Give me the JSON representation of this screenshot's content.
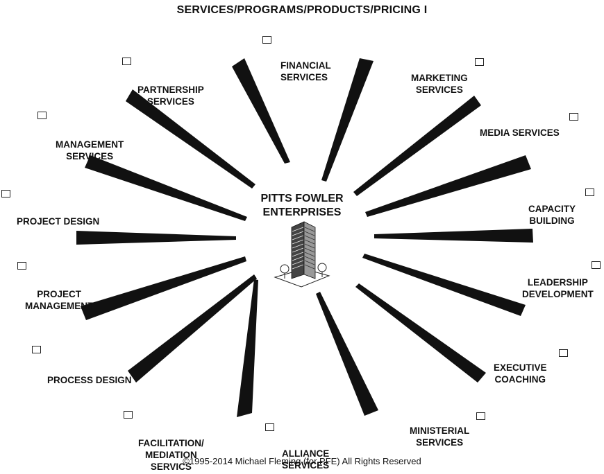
{
  "header": {
    "title": "SERVICES/PROGRAMS/PRODUCTS/PRICING I"
  },
  "center": {
    "title": "PITTS FOWLER\nENTERPRISES",
    "icon": "office-building-icon"
  },
  "services": [
    {
      "id": "financial",
      "label": "FINANCIAL\nSERVICES",
      "checked": false
    },
    {
      "id": "marketing",
      "label": "MARKETING\nSERVICES",
      "checked": false
    },
    {
      "id": "media",
      "label": "MEDIA  SERVICES",
      "checked": false
    },
    {
      "id": "capacity",
      "label": "CAPACITY\nBUILDING",
      "checked": false
    },
    {
      "id": "leadership",
      "label": "LEADERSHIP\nDEVELOPMENT",
      "checked": false
    },
    {
      "id": "executive",
      "label": "EXECUTIVE\nCOACHING",
      "checked": false
    },
    {
      "id": "ministerial",
      "label": "MINISTERIAL\nSERVICES",
      "checked": false
    },
    {
      "id": "alliance",
      "label": "ALLIANCE\nSERVICES",
      "checked": false
    },
    {
      "id": "facilitation",
      "label": "FACILITATION/\nMEDIATION\nSERVICS",
      "checked": false
    },
    {
      "id": "process",
      "label": "PROCESS DESIGN",
      "checked": false
    },
    {
      "id": "project-management",
      "label": "PROJECT\nMANAGEMENT",
      "checked": false
    },
    {
      "id": "project-design",
      "label": "PROJECT DESIGN",
      "checked": false
    },
    {
      "id": "management",
      "label": "MANAGEMENT\nSERVICES",
      "checked": false
    },
    {
      "id": "partnership",
      "label": "PARTNERSHIP\nSERVICES",
      "checked": false
    }
  ],
  "footer": {
    "copyright": "©1995-2014  Michael Fleming  (for PFE) All Rights Reserved"
  },
  "colors": {
    "ray": "#111111",
    "text": "#111111",
    "background": "#ffffff"
  }
}
